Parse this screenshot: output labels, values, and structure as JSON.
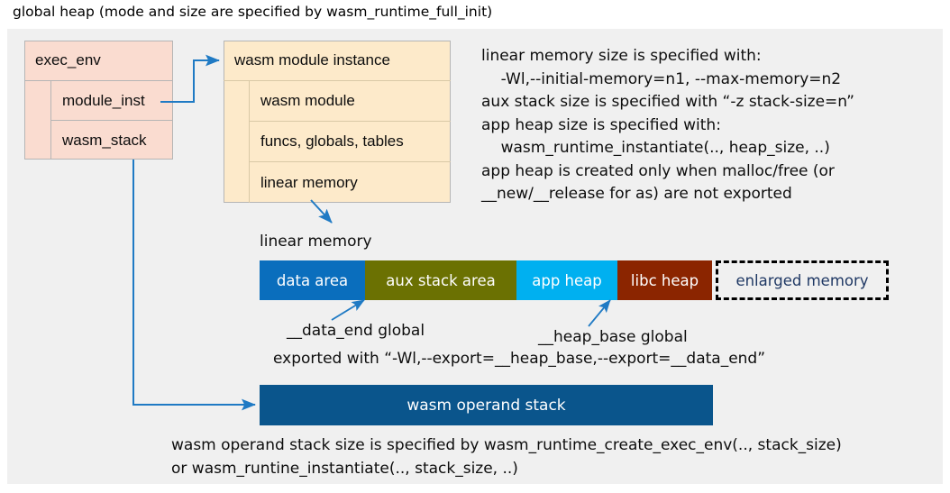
{
  "title": "global heap (mode and size are specified by wasm_runtime_full_init)",
  "exec_env": {
    "header": "exec_env",
    "rows": [
      "module_inst",
      "wasm_stack"
    ]
  },
  "module_instance": {
    "header": "wasm module instance",
    "rows": [
      "wasm module",
      "funcs, globals, tables",
      "linear memory"
    ]
  },
  "notes": {
    "right_block": "linear memory size is specified with:\n    -Wl,--initial-memory=n1, --max-memory=n2\naux stack size is specified with “-z stack-size=n”\napp heap size is specified with:\n    wasm_runtime_instantiate(.., heap_size, ..)\napp heap is created only when malloc/free (or\n__new/__release for as) are not exported"
  },
  "linear_memory": {
    "label": "linear memory",
    "segments": [
      {
        "name": "data area",
        "color": "#0a6ebd",
        "text_color": "#ffffff",
        "width": 117,
        "dashed": false
      },
      {
        "name": "aux stack area",
        "color": "#6b7102",
        "text_color": "#ffffff",
        "width": 168,
        "dashed": false
      },
      {
        "name": "app heap",
        "color": "#00b0f0",
        "text_color": "#ffffff",
        "width": 112,
        "dashed": false
      },
      {
        "name": "libc heap",
        "color": "#8b2500",
        "text_color": "#ffffff",
        "width": 105,
        "dashed": false
      },
      {
        "name": "enlarged memory",
        "color": "#f0f0f0",
        "text_color": "#1f3864",
        "width": 192,
        "dashed": true
      }
    ],
    "annotations": {
      "data_end": "__data_end global",
      "heap_base": "__heap_base global",
      "exported": "exported with “-Wl,--export=__heap_base,--export=__data_end”"
    }
  },
  "operand_stack": {
    "label": "wasm operand stack",
    "color": "#0a558c",
    "caption": "wasm operand stack size is specified by wasm_runtime_create_exec_env(.., stack_size)\nor wasm_runtine_instantiate(.., stack_size, ..)"
  },
  "colors": {
    "panel_bg": "#f0f0f0",
    "exec_env_fill": "#fadcd0",
    "module_instance_fill": "#fdeaca",
    "arrow": "#1f7ac4"
  }
}
